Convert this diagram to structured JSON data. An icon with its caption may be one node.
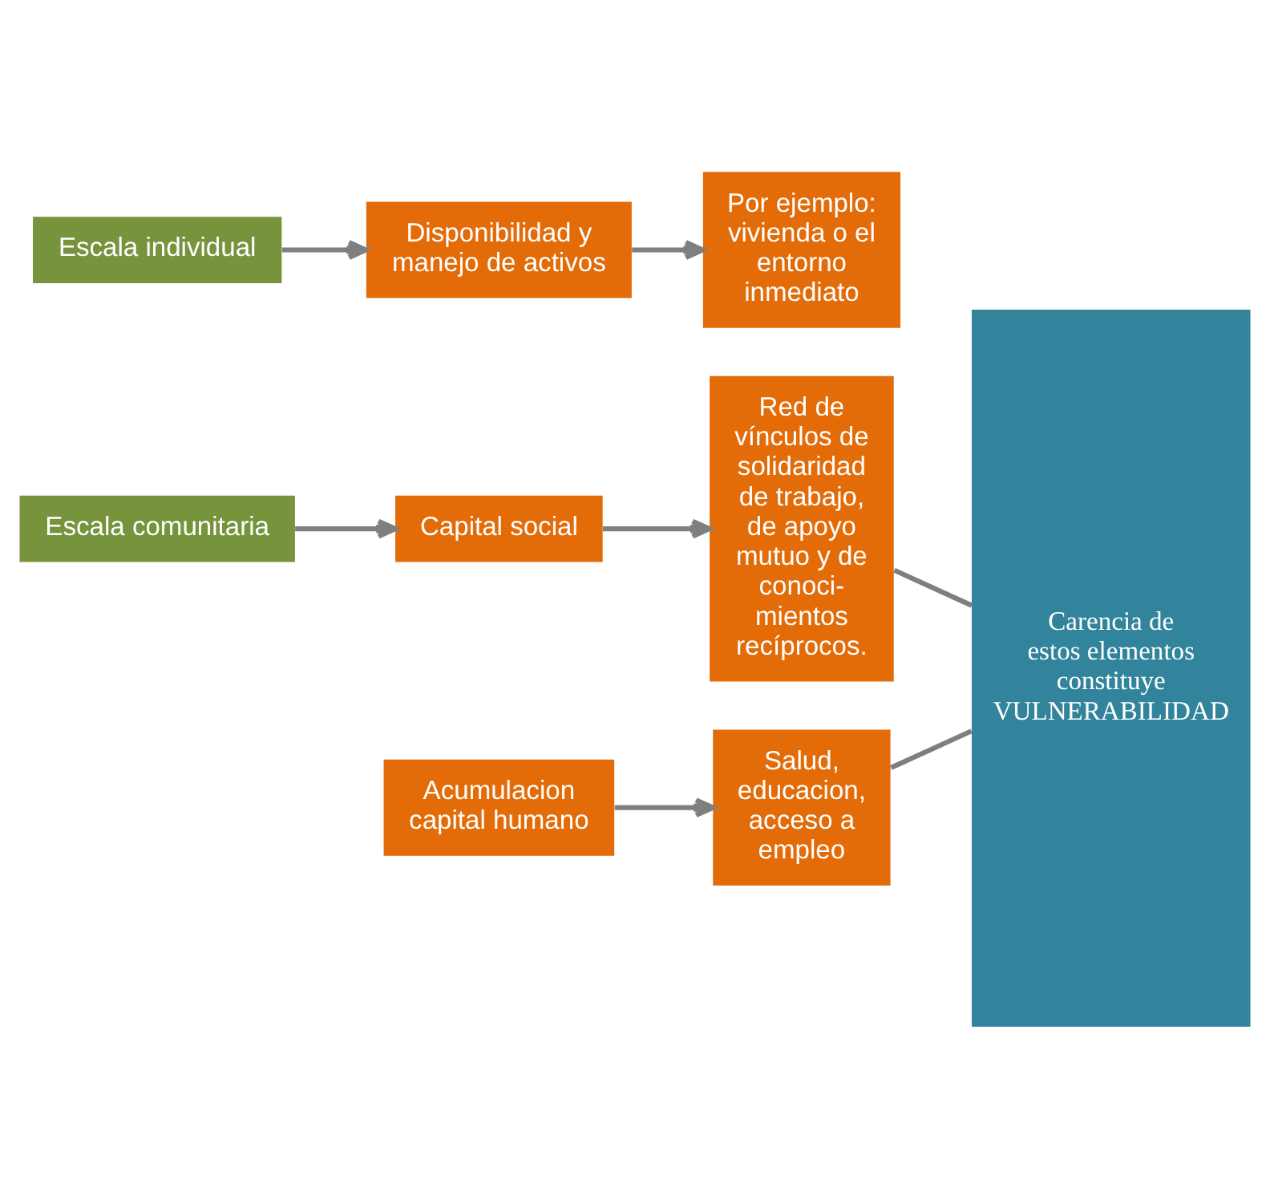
{
  "diagram": {
    "nodes": [
      {
        "text": [
          "Escala comunitaria"
        ]
      },
      {
        "text": [
          "Capital social"
        ]
      },
      {
        "text": [
          "Red de vínculos de solidaridad de trabajo, de apoyo mutuo y de conoci- mientos recíprocos."
        ]
      },
      {
        "text": [
          "Carencia de estos elementos constituye VULNERABILIDAD"
        ]
      },
      {
        "text": [
          "Escala individual"
        ]
      },
      {
        "text": [
          "Disponibilidad y manejo de activos"
        ]
      },
      {
        "text": [
          "Por ejemplo: vivienda o el entorno inmediato"
        ]
      },
      {
        "text": [
          "Acumulacion capital humano"
        ]
      },
      {
        "text": [
          "Salud, educacion, acceso a empleo"
        ]
      }
    ],
    "edges": [
      {
        "from": 0,
        "to": 1,
        "arrow": "to"
      },
      {
        "from": 1,
        "to": 2,
        "arrow": "to"
      },
      {
        "from": 4,
        "to": 5,
        "arrow": "to"
      },
      {
        "from": 5,
        "to": 6,
        "arrow": "to"
      },
      {
        "from": 7,
        "to": 8,
        "arrow": "to"
      },
      {
        "from": 2,
        "to": 3,
        "arrow": "none"
      },
      {
        "from": 8,
        "to": 3,
        "arrow": "none"
      }
    ]
  }
}
